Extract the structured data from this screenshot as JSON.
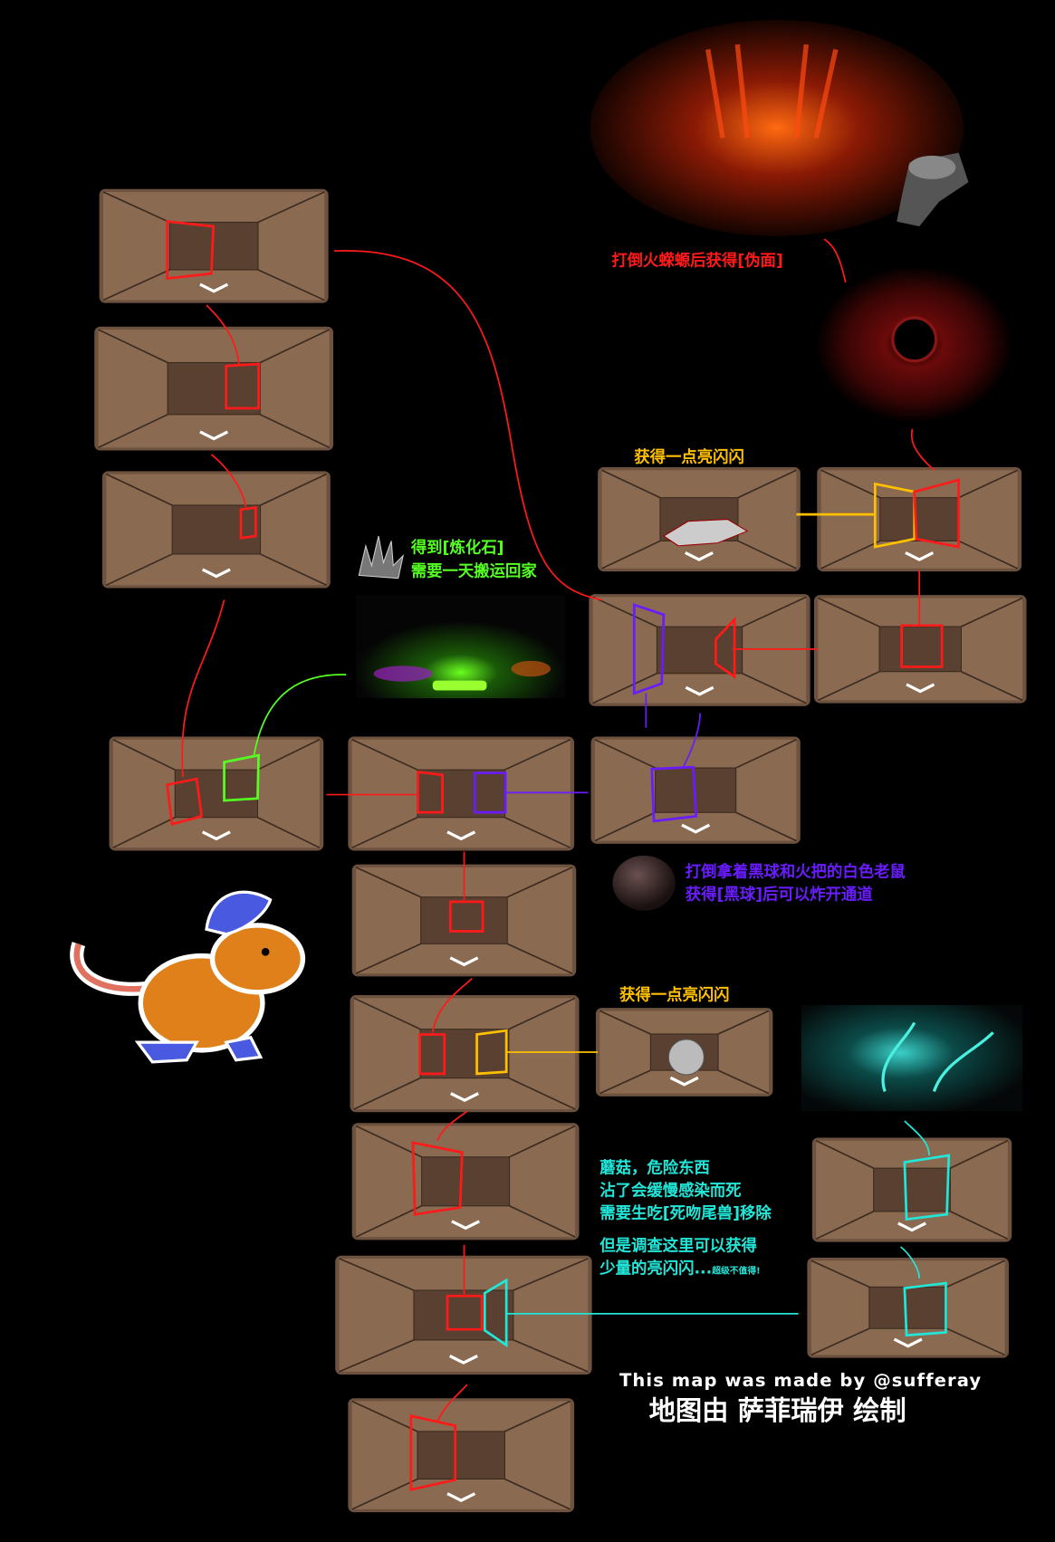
{
  "title": "Dungeon map",
  "colors": {
    "background": "#000000",
    "red": "#ff1a1a",
    "green": "#55ff22",
    "purple": "#6a1cff",
    "yellow": "#ffc000",
    "cyan": "#22e6d8",
    "room": "#8a6a50",
    "credit": "#ffffff"
  },
  "labels": {
    "fire_reward": "打倒火蝾螈后获得[伪面]",
    "shiny_top": "获得一点亮闪闪",
    "crystal_line1": "得到[炼化石]",
    "crystal_line2": "需要一天搬运回家",
    "rat_line1": "打倒拿着黑球和火把的白色老鼠",
    "rat_line2": "获得[黑球]后可以炸开通道",
    "shiny_bottom": "获得一点亮闪闪",
    "mushroom_line1": "蘑菇，危险东西",
    "mushroom_line2": "沾了会缓慢感染而死",
    "mushroom_line3": "需要生吃[死吻尾兽]移除",
    "mushroom_line4": "但是调查这里可以获得",
    "mushroom_line5": "少量的亮闪闪...",
    "mushroom_line5_small": "超级不值得!"
  },
  "credit": {
    "english": "This map was made by @sufferay",
    "chinese": "地图由 萨菲瑞伊 绘制"
  }
}
